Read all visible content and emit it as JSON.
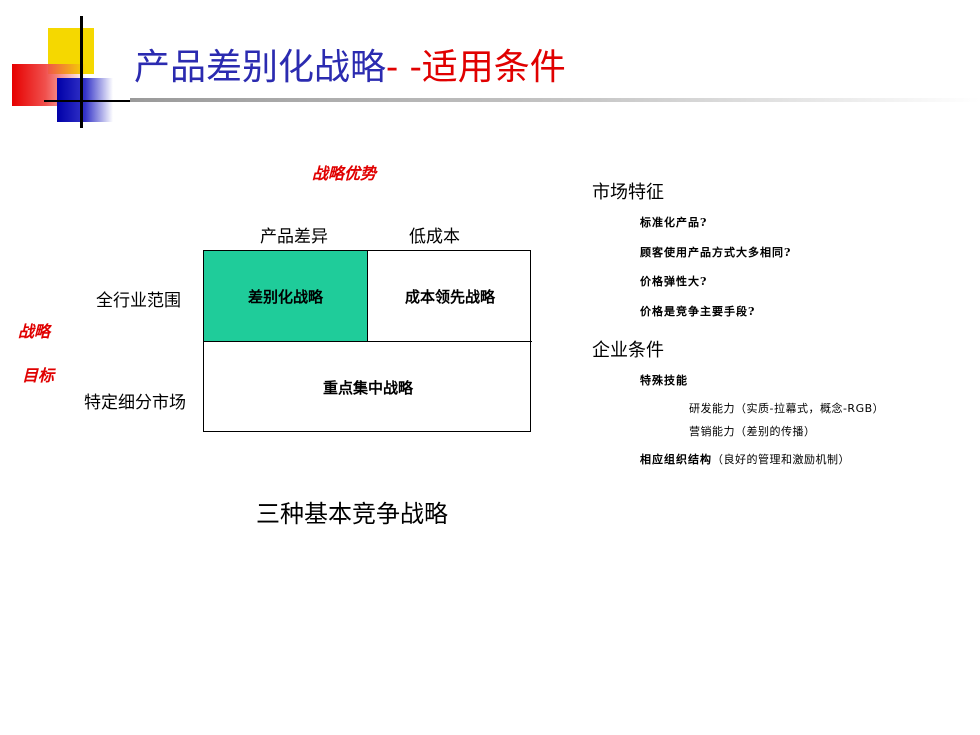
{
  "title": {
    "main": "产品差别化战略",
    "separator": "- -",
    "sub": "适用条件"
  },
  "axis_labels": {
    "advantage": "战略优势",
    "target_line1": "战略",
    "target_line2": "目标"
  },
  "matrix": {
    "columns": [
      "产品差异",
      "低成本"
    ],
    "rows": [
      "全行业范围",
      "特定细分市场"
    ],
    "cells": {
      "differentiation": "差别化战略",
      "cost_leadership": "成本领先战略",
      "focus": "重点集中战略"
    },
    "highlight_color": "#1fcc9a"
  },
  "caption": "三种基本竞争战略",
  "market": {
    "heading": "市场特征",
    "items": [
      "标准化产品?",
      "顾客使用产品方式大多相同?",
      "价格弹性大?",
      "价格是竞争主要手段?"
    ]
  },
  "enterprise": {
    "heading": "企业条件",
    "item1": "特殊技能",
    "sub_items": [
      "研发能力（实质-拉幕式，概念-RGB）",
      "营销能力（差别的传播）"
    ],
    "item2_bold": "相应组织结构",
    "item2_note": "（良好的管理和激励机制）"
  },
  "colors": {
    "title_blue": "#2b2bb0",
    "accent_red": "#e00000",
    "deco_yellow": "#f5d800",
    "deco_blue": "#0000a8"
  }
}
